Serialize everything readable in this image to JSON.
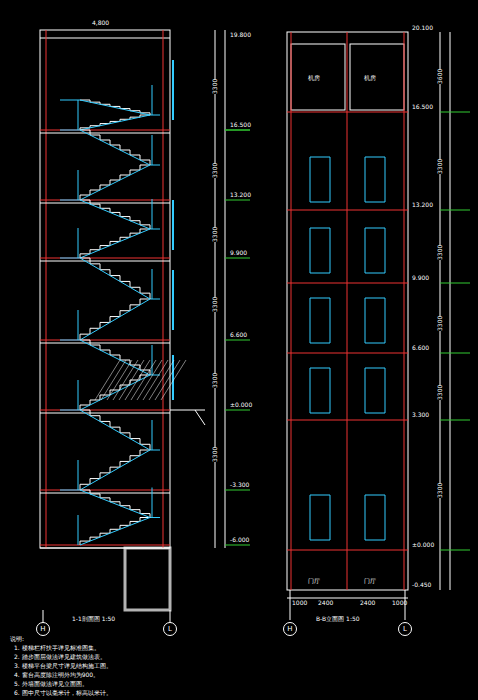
{
  "diagram": {
    "nodes": [
      {
        "text": [
          "H"
        ]
      },
      {
        "text": [
          "L"
        ]
      },
      {
        "text": [
          "H"
        ]
      },
      {
        "text": [
          "L"
        ]
      }
    ],
    "labels": [
      "4,800",
      "19.800",
      "16.500",
      "13.200",
      "9.900",
      "6.600",
      "±0.000",
      "-3.300",
      "-6.000",
      "3300",
      "3300",
      "3300",
      "3300",
      "3300",
      "3300",
      "1-1剖面图 1:50",
      "20.100",
      "16.500",
      "13.200",
      "9.900",
      "6.600",
      "3.300",
      "±0.000",
      "-0.450",
      "3600",
      "3300",
      "3300",
      "3300",
      "3300",
      "3300",
      "机房",
      "机房",
      "门厅",
      "门厅",
      "1000",
      "2400",
      "2400",
      "1000",
      "B-B立面图 1:50",
      "说明:",
      "1. 楼梯栏杆扶手详见标准图集。",
      "2. 踏步面层做法详见建筑做法表。",
      "3. 楼梯平台梁尺寸详见结构施工图。",
      "4. 窗台高度除注明外均为900。",
      "5. 外墙面做法详见立面图。",
      "6. 图中尺寸以毫米计，标高以米计。"
    ]
  }
}
